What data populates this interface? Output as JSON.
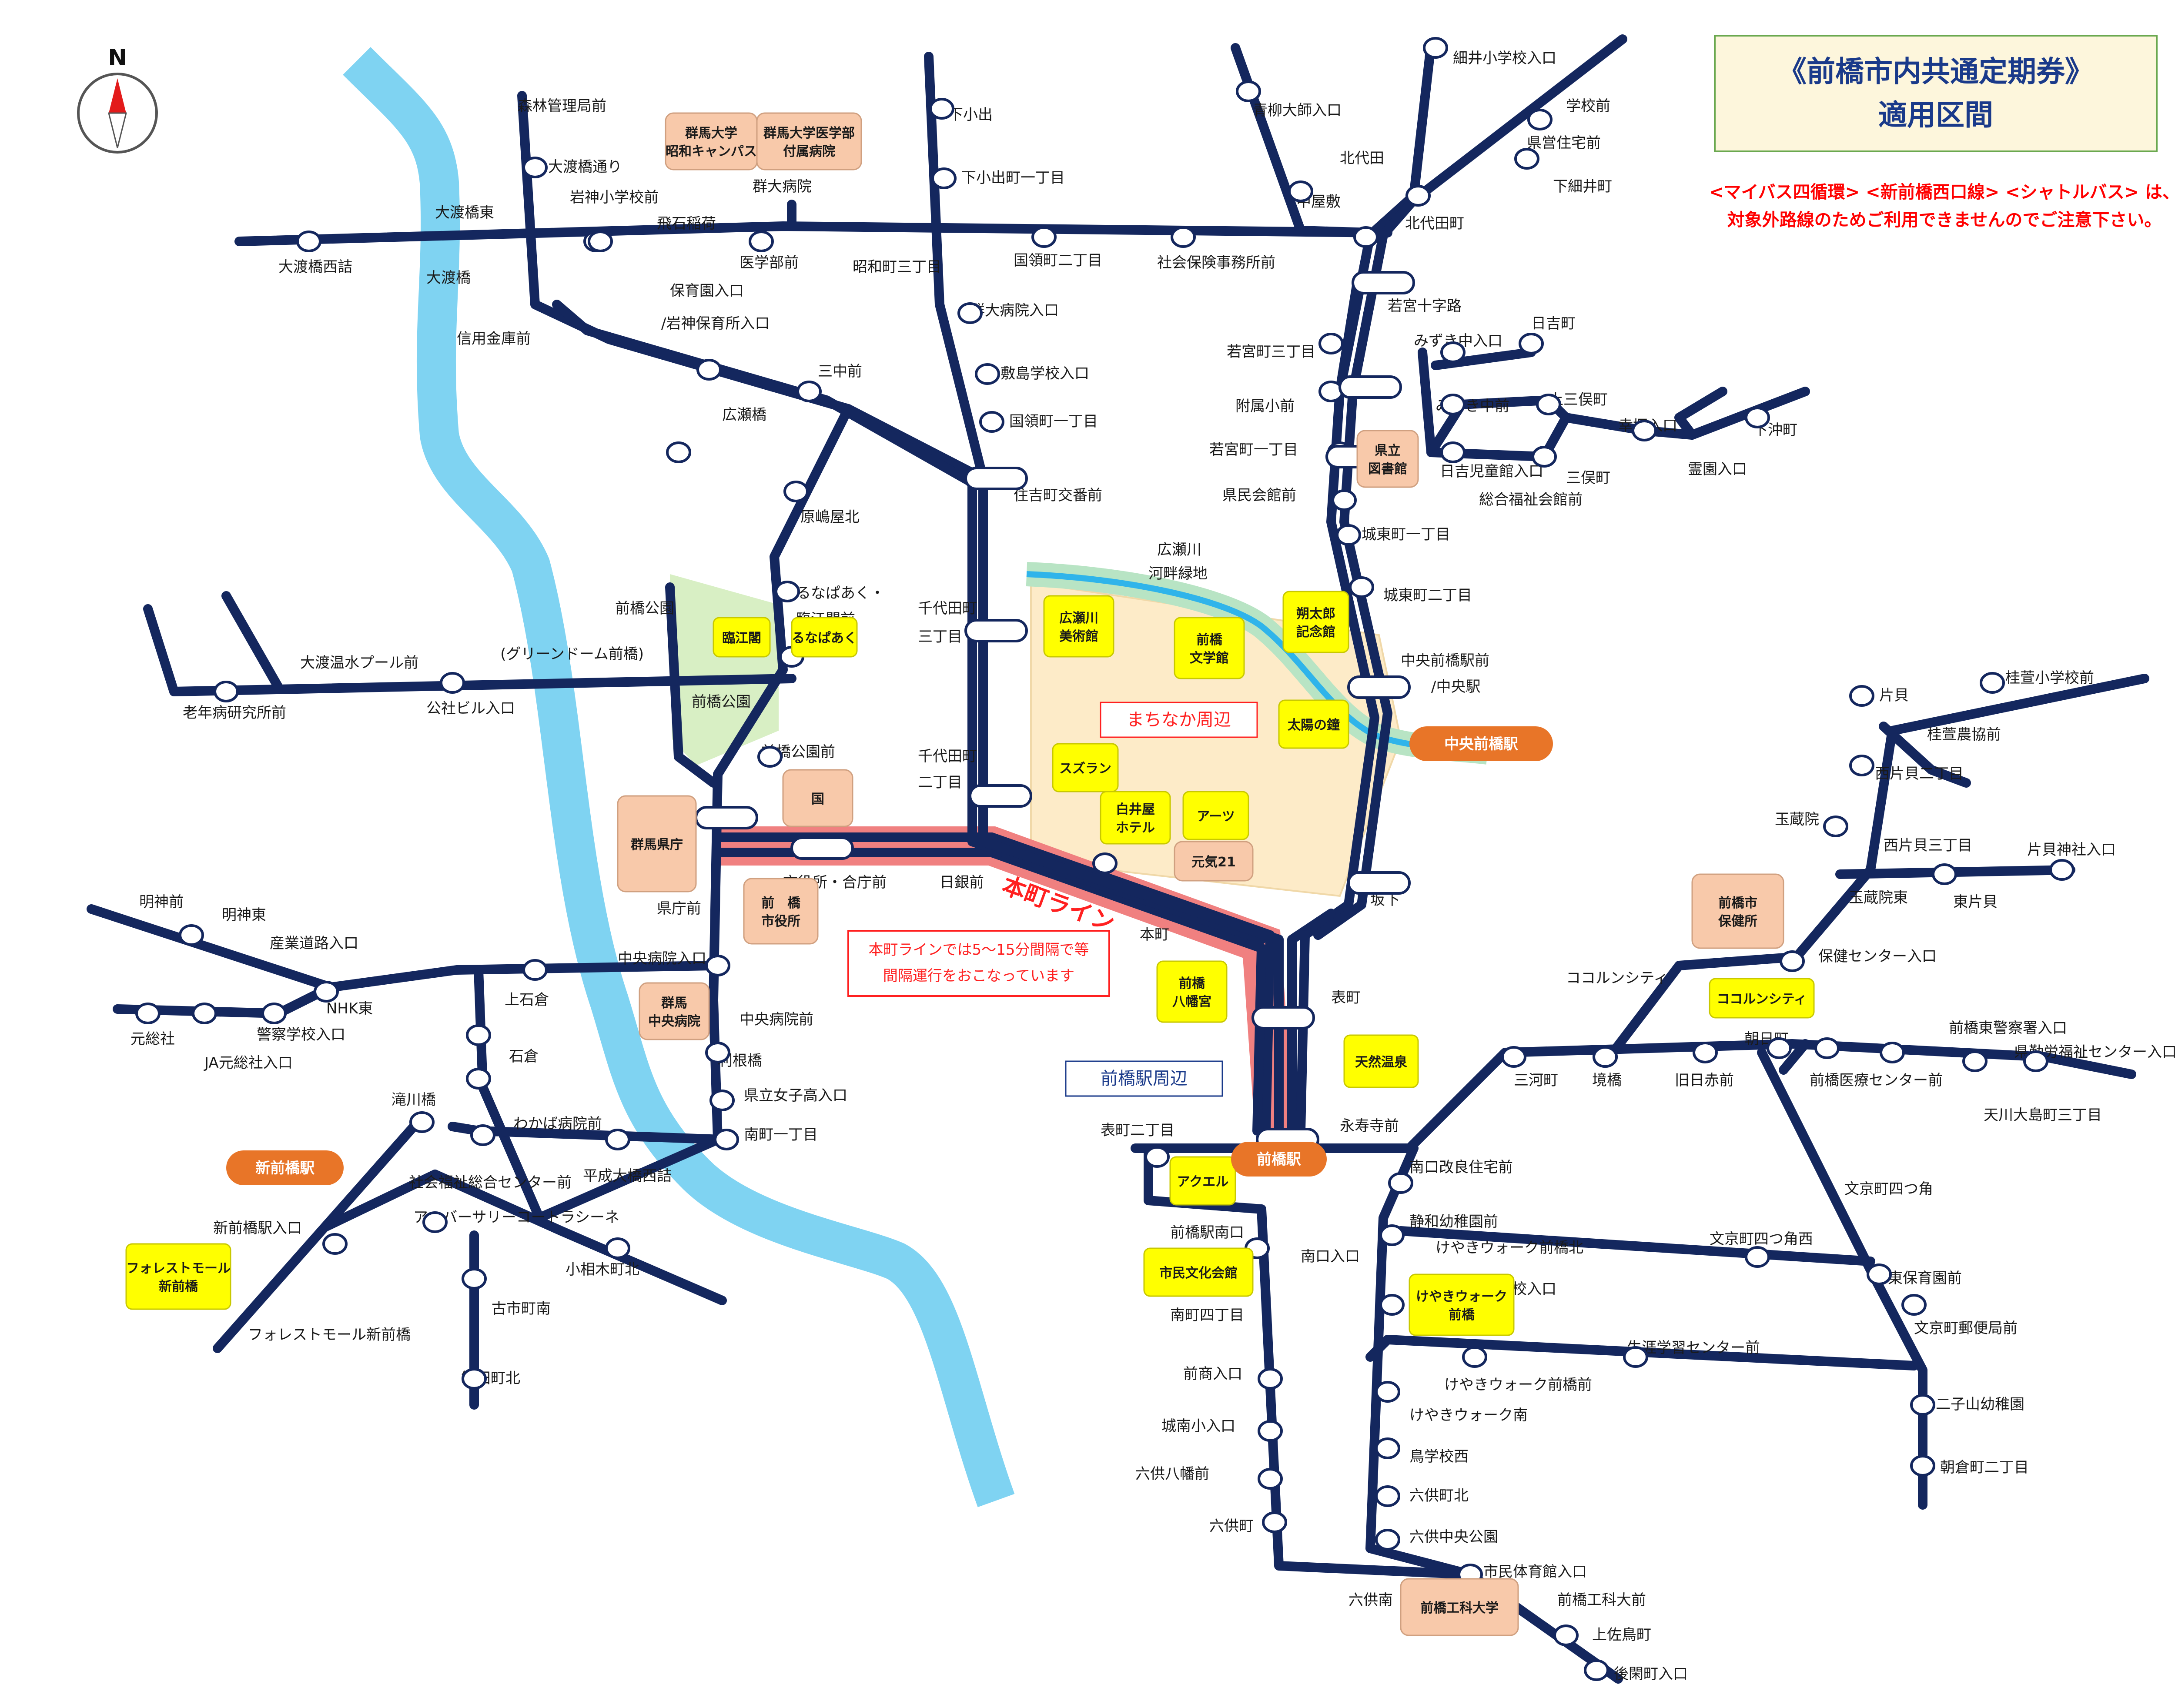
{
  "title": {
    "line1": "《前橋市内共通定期券》",
    "line2": "適用区間"
  },
  "notice": {
    "line1": "<マイバス四循環> <新前橋西口線> <シャトルバス> は、",
    "line2": "対象外路線のためご利用できませんのでご注意下さい。"
  },
  "compass": {
    "label": "N"
  },
  "colors": {
    "route": "#14275e",
    "river": "#7fd3f2",
    "honmachi": "#f08080",
    "area": "#fdebc8",
    "park": "#d8efc4",
    "facility_pink": "#f8c9aa",
    "facility_yellow": "#ffff00",
    "station": "#e87528",
    "notice": "#ff0000"
  },
  "stations": [
    {
      "id": "maebashi",
      "label": "前橋駅"
    },
    {
      "id": "chuo-maebashi",
      "label": "中央前橋駅"
    },
    {
      "id": "shin-maebashi",
      "label": "新前橋駅"
    }
  ],
  "areas": [
    {
      "id": "machinaka",
      "label": "まちなか周辺"
    },
    {
      "id": "ekimae",
      "label": "前橋駅周辺"
    }
  ],
  "honmachi": {
    "line_label": "本町ライン",
    "info_line1": "本町ラインでは5〜15分間隔で等",
    "info_line2": "間隔運行をおこなっています"
  },
  "facilities_pink": [
    {
      "id": "gunma-univ-showa",
      "lines": [
        "群馬大学",
        "昭和キャンパス"
      ]
    },
    {
      "id": "gunma-univ-hosp",
      "lines": [
        "群馬大学医学部",
        "付属病院"
      ]
    },
    {
      "id": "kenritsu-tosho",
      "lines": [
        "県立",
        "図書館"
      ]
    },
    {
      "id": "gunma-kencho",
      "lines": [
        "群馬県庁"
      ]
    },
    {
      "id": "kuni",
      "lines": [
        "国"
      ]
    },
    {
      "id": "shiyakusho",
      "lines": [
        "前　橋",
        "市役所"
      ]
    },
    {
      "id": "genki21",
      "lines": [
        "元気21"
      ]
    },
    {
      "id": "gunma-chuo-hosp",
      "lines": [
        "群馬",
        "中央病院"
      ]
    },
    {
      "id": "hokenjo",
      "lines": [
        "前橋市",
        "保健所"
      ]
    },
    {
      "id": "koka-univ",
      "lines": [
        "前橋工科大学"
      ]
    }
  ],
  "facilities_yellow": [
    {
      "id": "rinkokaku",
      "lines": [
        "臨江閣"
      ]
    },
    {
      "id": "runabaku",
      "lines": [
        "るなぱあく"
      ]
    },
    {
      "id": "hirosegawa-museum",
      "lines": [
        "広瀬川",
        "美術館"
      ]
    },
    {
      "id": "bungakukan",
      "lines": [
        "前橋",
        "文学館"
      ]
    },
    {
      "id": "sakutaro",
      "lines": [
        "朔太郎",
        "記念館"
      ]
    },
    {
      "id": "taiyo-kane",
      "lines": [
        "太陽の鐘"
      ]
    },
    {
      "id": "suzuran",
      "lines": [
        "スズラン"
      ]
    },
    {
      "id": "shiroiya",
      "lines": [
        "白井屋",
        "ホテル"
      ]
    },
    {
      "id": "ates",
      "lines": [
        "アーツ"
      ]
    },
    {
      "id": "hachimangu",
      "lines": [
        "前橋",
        "八幡宮"
      ]
    },
    {
      "id": "tennen-onsen",
      "lines": [
        "天然温泉"
      ]
    },
    {
      "id": "acuel",
      "lines": [
        "アクエル"
      ]
    },
    {
      "id": "bunka-kaikan",
      "lines": [
        "市民文化会館"
      ]
    },
    {
      "id": "keyaki-walk",
      "lines": [
        "けやきウォーク",
        "前橋"
      ]
    },
    {
      "id": "forest-mall",
      "lines": [
        "フォレストモール",
        "新前橋"
      ]
    },
    {
      "id": "coconcity",
      "lines": [
        "ココルンシティ"
      ]
    }
  ],
  "park_labels": [
    "前橋公園"
  ],
  "river_labels": [
    "広瀬川",
    "河畔緑地"
  ],
  "stop_labels": [
    "森林管理局前",
    "大渡橋通り",
    "岩神小学校前",
    "飛石稲荷",
    "群大病院",
    "医学部前",
    "昭和町三丁目",
    "大渡橋東",
    "大渡橋西詰",
    "大渡橋",
    "信用金庫前",
    "保育園入口",
    "/岩神保育所入口",
    "三中前",
    "広瀬橋",
    "下小出",
    "下小出町一丁目",
    "国領町二丁目",
    "群大病院入口",
    "敷島学校入口",
    "国領町一丁目",
    "住吉町交番前",
    "社会保険事務所前",
    "青柳大師入口",
    "北代田",
    "中屋敷",
    "細井小学校入口",
    "学校前",
    "県営住宅前",
    "下細井町",
    "北代田町",
    "若宮十字路",
    "若宮町三丁目",
    "みずき中入口",
    "日吉町",
    "みずき中前",
    "上三俣町",
    "附属小前",
    "幸塚入口",
    "下沖町",
    "若宮町一丁目",
    "日吉児童館入口",
    "三俣町",
    "霊園入口",
    "県民会館前",
    "総合福祉会館前",
    "城東町一丁目",
    "城東町二丁目",
    "中央前橋駅前",
    "/中央駅",
    "原嶋屋北",
    "るなぱあく・",
    "臨江閣前",
    "前橋公園",
    "(グリーンドーム前橋)",
    "大渡温水プール前",
    "老年病研究所前",
    "公社ビル入口",
    "前橋公園前",
    "千代田町",
    "三丁目",
    "千代田町",
    "二丁目",
    "市役所・合庁前",
    "日銀前",
    "県庁前",
    "本町",
    "坂下",
    "中央病院入口",
    "上石倉",
    "石倉",
    "中央病院前",
    "利根橋",
    "県立女子高入口",
    "南町一丁目",
    "明神前",
    "明神東",
    "産業道路入口",
    "NHK東",
    "元総社",
    "警察学校入口",
    "JA元総社入口",
    "滝川橋",
    "わかば病院前",
    "社会福祉総合センター前",
    "平成大橋西詰",
    "アニバーサリーコートラシーネ",
    "小相木町北",
    "新前橋駅入口",
    "古市町南",
    "フォレストモール新前橋",
    "箱田町北",
    "表町",
    "表町二丁目",
    "永寿寺前",
    "南口改良住宅前",
    "前橋駅南口",
    "前橋駅",
    "南口入口",
    "静和幼稚園前",
    "けやきウォーク前橋北",
    "文京町四つ角西",
    "天川小学校入口",
    "南町四丁目",
    "前商入口",
    "城南小入口",
    "六供八幡前",
    "六供町",
    "生涯学習センター前",
    "けやきウォーク前橋前",
    "けやきウォーク南",
    "鳥学校西",
    "六供町北",
    "六供中央公園",
    "六供南",
    "市民体育館入口",
    "前橋工科大前",
    "上佐鳥町",
    "後閑町入口",
    "三河町",
    "境橋",
    "旧日赤前",
    "朝日町",
    "前橋東警察署入口",
    "県勤労福祉センター入口",
    "前橋医療センター前",
    "天川大島町三丁目",
    "文京町四つ角",
    "東保育園前",
    "文京町郵便局前",
    "二子山幼稚園",
    "朝倉町二丁目",
    "片貝",
    "桂萱小学校前",
    "桂萱農協前",
    "西片貝二丁目",
    "玉蔵院",
    "西片貝三丁目",
    "片貝神社入口",
    "玉蔵院東",
    "東片貝",
    "保健センター入口",
    "ココルンシティ"
  ]
}
